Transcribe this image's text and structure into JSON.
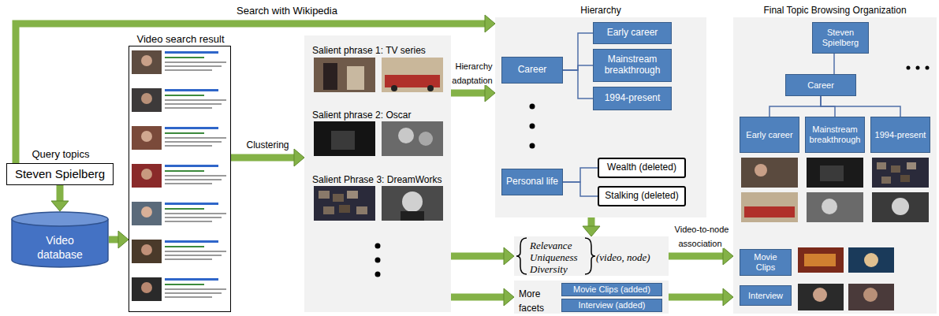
{
  "diagram": {
    "nodes": [
      {
        "text": [
          "Query topics",
          "Steven Spielberg"
        ]
      },
      {
        "text": [
          "Video database"
        ]
      },
      {
        "text": [
          "Video search result"
        ]
      },
      {
        "text": [
          "Salient phrase 1: TV series",
          "Salient phrase 2: Oscar",
          "Salient Phrase 3: DreamWorks"
        ]
      },
      {
        "text": [
          "Hierarchy"
        ]
      },
      {
        "text": [
          "Career"
        ],
        "in": 4
      },
      {
        "text": [
          "Early career"
        ],
        "in": 4
      },
      {
        "text": [
          "Mainstream breakthrough"
        ],
        "in": 4
      },
      {
        "text": [
          "1994-present"
        ],
        "in": 4
      },
      {
        "text": [
          "Personal life"
        ],
        "in": 4
      },
      {
        "text": [
          "Wealth (deleted)"
        ],
        "in": 4
      },
      {
        "text": [
          "Stalking (deleted)"
        ],
        "in": 4
      },
      {
        "text": [
          "Relevance",
          "Uniqueness",
          "Diversity",
          "(video, node)"
        ]
      },
      {
        "text": [
          "More facets"
        ]
      },
      {
        "text": [
          "Movie Clips (added)"
        ],
        "in": 13
      },
      {
        "text": [
          "Interview (added)"
        ],
        "in": 13
      },
      {
        "text": [
          "Final Topic Browsing Organization"
        ]
      },
      {
        "text": [
          "Steven Spielberg"
        ],
        "in": 16
      },
      {
        "text": [
          "Career"
        ],
        "in": 16
      },
      {
        "text": [
          "Early career"
        ],
        "in": 16
      },
      {
        "text": [
          "Mainstream breakthrough"
        ],
        "in": 16
      },
      {
        "text": [
          "1994-present"
        ],
        "in": 16
      },
      {
        "text": [
          "Movie Clips"
        ],
        "in": 16
      },
      {
        "text": [
          "Interview"
        ],
        "in": 16
      }
    ],
    "edges": [
      {
        "from": 0,
        "to": 1,
        "arrow": "to"
      },
      {
        "from": 0,
        "to": 4,
        "arrow": "to",
        "label": "Search with Wikipedia"
      },
      {
        "from": 1,
        "to": 2,
        "arrow": "to"
      },
      {
        "from": 2,
        "to": 3,
        "arrow": "to",
        "label": "Clustering"
      },
      {
        "from": 3,
        "to": 4,
        "arrow": "to",
        "label": "Hierarchy adaptation"
      },
      {
        "from": 4,
        "to": 12,
        "arrow": "to"
      },
      {
        "from": 3,
        "to": 12,
        "arrow": "to"
      },
      {
        "from": 12,
        "to": 16,
        "arrow": "to",
        "label": "Video-to-node association"
      },
      {
        "from": 3,
        "to": 13,
        "arrow": "to"
      },
      {
        "from": 13,
        "to": 16,
        "arrow": "to"
      },
      {
        "from": 5,
        "to": 6,
        "arrow": "none"
      },
      {
        "from": 5,
        "to": 7,
        "arrow": "none"
      },
      {
        "from": 5,
        "to": 8,
        "arrow": "none"
      },
      {
        "from": 9,
        "to": 10,
        "arrow": "none"
      },
      {
        "from": 9,
        "to": 11,
        "arrow": "none"
      },
      {
        "from": 17,
        "to": 18,
        "arrow": "none"
      },
      {
        "from": 18,
        "to": 19,
        "arrow": "none"
      },
      {
        "from": 18,
        "to": 20,
        "arrow": "none"
      },
      {
        "from": 18,
        "to": 21,
        "arrow": "none"
      }
    ]
  }
}
